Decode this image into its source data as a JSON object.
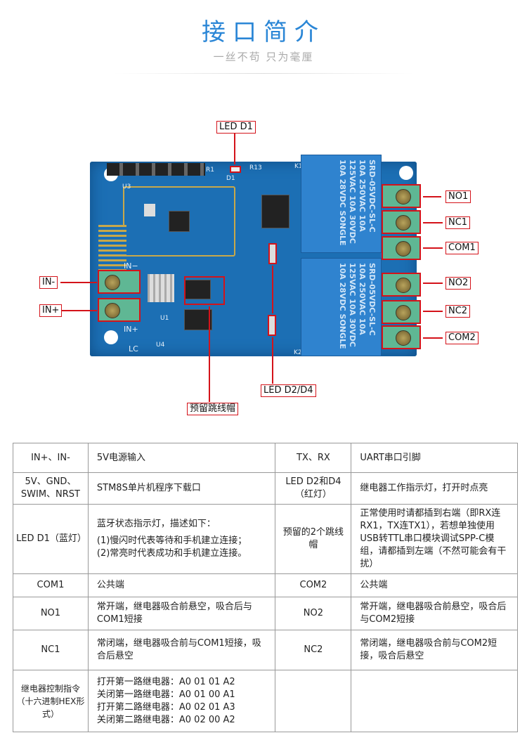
{
  "header": {
    "title": "接口简介",
    "subtitle": "一丝不苟  只为毫厘"
  },
  "callouts": {
    "led_d1": "LED D1",
    "led_d2_d4": "LED D2/D4",
    "jumper": "预留跳线帽",
    "in_minus": "IN-",
    "in_plus": "IN+",
    "no1": "NO1",
    "nc1": "NC1",
    "com1": "COM1",
    "no2": "NO2",
    "nc2": "NC2",
    "com2": "COM2"
  },
  "board": {
    "silk": {
      "in_minus": "IN−",
      "in_plus": "IN+",
      "u3": "U3",
      "u1": "U1",
      "u4": "U4",
      "lc": "LC",
      "k1": "K1",
      "k2": "K2",
      "r13": "R13",
      "d1": "D1",
      "r1": "R1"
    },
    "relay_text": "SRD-05VDC-SL-C  10A 250VAC 10A 125VAC  10A 30VDC 10A 28VDC",
    "relay_brand": "SONGLE"
  },
  "table": {
    "rows": [
      [
        {
          "k": "IN+、IN-"
        },
        {
          "v": [
            "5V电源输入"
          ]
        },
        {
          "k": "TX、RX"
        },
        {
          "v": [
            "UART串口引脚"
          ]
        }
      ],
      [
        {
          "k": "5V、GND、SWIM、NRST"
        },
        {
          "v": [
            "STM8S单片机程序下载口"
          ]
        },
        {
          "k": "LED D2和D4（红灯）"
        },
        {
          "v": [
            "继电器工作指示灯，打开时点亮"
          ]
        }
      ],
      [
        {
          "k": "LED D1（蓝灯）"
        },
        {
          "v": [
            "蓝牙状态指示灯，描述如下：",
            "(1)慢闪时代表等待和手机建立连接；",
            "(2)常亮时代表成功和手机建立连接。"
          ]
        },
        {
          "k": "预留的2个跳线帽"
        },
        {
          "v": [
            "正常使用时请都插到右端（即RX连RX1，TX连TX1），若想单独使用USB转TTL串口模块调试SPP-C模组，请都插到左端（不然可能会有干扰）"
          ]
        }
      ],
      [
        {
          "k": "COM1"
        },
        {
          "v": [
            "公共端"
          ]
        },
        {
          "k": "COM2"
        },
        {
          "v": [
            "公共端"
          ]
        }
      ],
      [
        {
          "k": "NO1"
        },
        {
          "v": [
            "常开端，继电器吸合前悬空，吸合后与COM1短接"
          ]
        },
        {
          "k": "NO2"
        },
        {
          "v": [
            "常开端，继电器吸合前悬空，吸合后与COM2短接"
          ]
        }
      ],
      [
        {
          "k": "NC1"
        },
        {
          "v": [
            "常闭端，继电器吸合前与COM1短接，吸合后悬空"
          ]
        },
        {
          "k": "NC2"
        },
        {
          "v": [
            "常闭端，继电器吸合前与COM2短接，吸合后悬空"
          ]
        }
      ],
      [
        {
          "k": "继电器控制指令（十六进制HEX形式）"
        },
        {
          "v": [
            "打开第一路继电器：A0 01 01 A2",
            "关闭第一路继电器：A0 01 00 A1",
            "打开第二路继电器：A0 02 01 A3",
            "关闭第二路继电器：A0 02 00 A2"
          ]
        },
        {
          "k": ""
        },
        {
          "v": [
            ""
          ]
        }
      ]
    ]
  },
  "colors": {
    "title": "#2a86d6",
    "callout": "#d4131a",
    "pcb": "#1c6fb4",
    "terminal": "#5fb794"
  }
}
